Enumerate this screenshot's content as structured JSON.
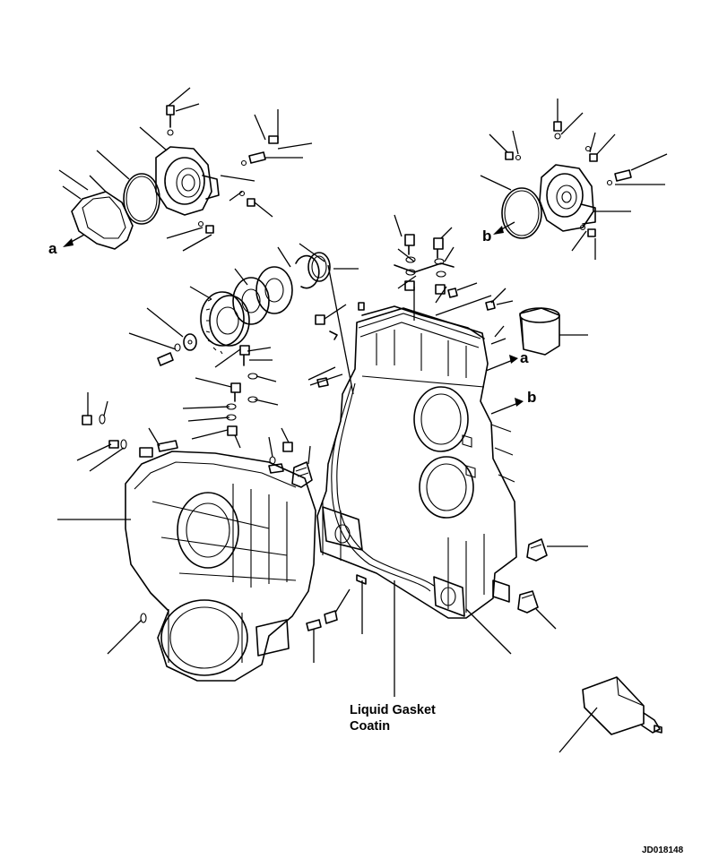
{
  "diagram": {
    "refs": {
      "a_left": "a",
      "b_right": "b",
      "a_mid": "a",
      "b_mid": "b"
    },
    "note": {
      "line1": "Liquid Gasket",
      "line2": "Coatin"
    },
    "drawing_code": "JD018148"
  }
}
